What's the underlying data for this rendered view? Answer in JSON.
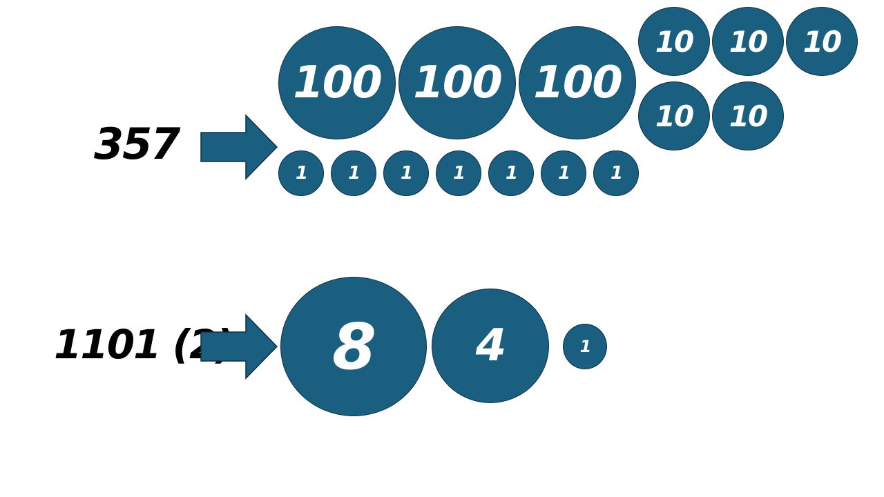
{
  "colors": {
    "circle_fill": "#1a5f80",
    "circle_border": "#0e2f44",
    "text_dark": "#000000",
    "text_light": "#ffffff"
  },
  "decimal": {
    "number": "357",
    "hundreds": [
      "100",
      "100",
      "100"
    ],
    "tens": [
      "10",
      "10",
      "10",
      "10",
      "10"
    ],
    "ones": [
      "1",
      "1",
      "1",
      "1",
      "1",
      "1",
      "1"
    ]
  },
  "binary": {
    "number": "1101 (2)",
    "places": [
      "8",
      "4",
      "1"
    ]
  }
}
